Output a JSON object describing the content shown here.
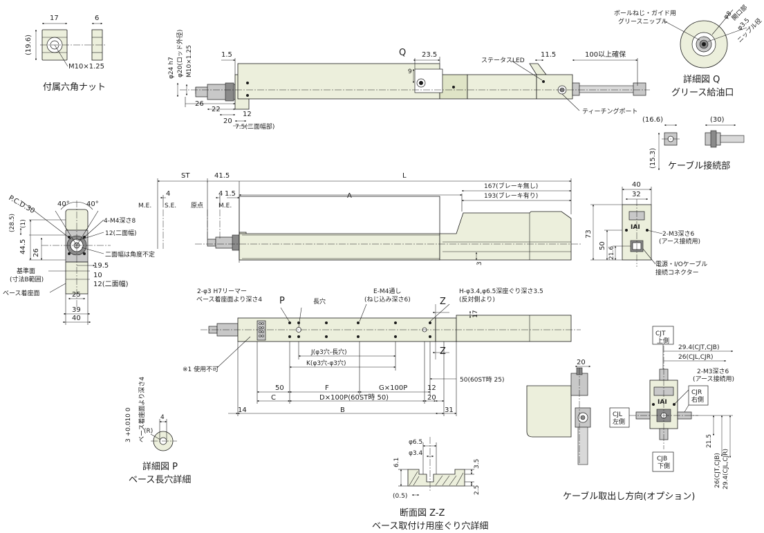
{
  "nut": {
    "dim_17": "17",
    "dim_6": "6",
    "dim_19_6": "(19.6)",
    "thread": "M10×1.25",
    "caption": "付属六角ナット"
  },
  "top_view": {
    "q_label": "Q",
    "dim_23_5": "23.5",
    "dim_1_5": "1.5",
    "dim_9": "9",
    "rod_24": "φ24 h7",
    "rod_20": "φ20(ロッド外径)",
    "rod_thread": "M10×1.25",
    "dim_26": "26",
    "dim_22": "22",
    "dim_20": "20",
    "dim_12": "12",
    "dim_7_5": "7.5(二面幅部)",
    "status_led": "ステータスLED",
    "dim_11_5": "11.5",
    "dim_100": "100以上確保",
    "teaching_port": "ティーチングポート"
  },
  "detail_q": {
    "grease_nipple": "ボールねじ・ガイド用",
    "grease_nipple2": "グリースニップル",
    "phi8": "φ8",
    "phi8_sub": "開口部",
    "phi3_5": "φ3.5",
    "phi3_5_sub": "ニップル径",
    "title": "詳細図 Q",
    "subtitle": "グリース給油口"
  },
  "cable_connector": {
    "dim_16_6": "(16.6)",
    "dim_30": "(30)",
    "dim_15_3": "(15.3)",
    "title": "ケーブル接続部"
  },
  "side_view": {
    "st": "ST",
    "dim_41_5": "41.5",
    "l": "L",
    "dim_4": "4",
    "dim_4b": "4",
    "dim_1_5": "1.5",
    "me": "M.E.",
    "se": "S.E.",
    "origin": "原点",
    "me2": "M.E.",
    "a": "A",
    "len_no_brake": "167(ブレーキ無し)",
    "len_brake": "193(ブレーキ有り)",
    "dim_3": "3"
  },
  "front_view": {
    "pcd": "P.C.D.30",
    "ang1": "40°",
    "ang2": "40°",
    "m4": "4-M4深さ8",
    "w12": "12(二面幅)",
    "d28_5": "(28.5)",
    "d1": "(1)",
    "d44_5": "44.5",
    "d26": "26",
    "flat_note": "二面幅は角度不定",
    "ref_face": "基準面",
    "ref_face2": "(寸法B範囲)",
    "d19_5": "19.5",
    "d10": "10",
    "d12b": "12(二面幅)",
    "base_face": "ベース着座面",
    "d25": "25",
    "d39": "39",
    "d40": "40"
  },
  "end_view": {
    "d40": "40",
    "d32": "32",
    "d73": "73",
    "d50": "50",
    "d21_6": "21.6",
    "m3": "2-M3深さ6",
    "m3_sub": "(アース接続用)",
    "conn": "電源・I/Oケーブル",
    "conn2": "接続コネクター"
  },
  "bottom_view": {
    "pin": "2-φ3 H7リーマー",
    "pin2": "ベース着座面より深さ4",
    "p": "P",
    "long_hole": "長穴",
    "e": "E-M4通し",
    "e2": "(ねじ込み深さ6)",
    "h": "H-φ3.4,φ6.5深座ぐり深さ3.5",
    "h2": "(反対側より)",
    "z": "Z",
    "z2": "Z",
    "d17": "17",
    "j": "J(φ3穴-長穴)",
    "k": "K(φ3穴-φ3穴)",
    "note1": "※1 使用不可",
    "d50": "50",
    "f": "F",
    "g": "G×100P",
    "d50_60": "50(60ST時 25)",
    "c": "C",
    "d": "D×100P(60ST時 50)",
    "d20": "20",
    "d12": "12",
    "b": "B",
    "d14": "14",
    "d31": "31"
  },
  "detail_p": {
    "tol": "3 +0.010 0",
    "depth": "ベース着座面より深さ4",
    "d4": "4",
    "r": "(R)",
    "title": "詳細図 P",
    "subtitle": "ベース長穴詳細"
  },
  "section_z": {
    "phi6_5": "φ6.5",
    "phi3_4": "φ3.4",
    "d6_1": "6.1",
    "d3_5": "3.5",
    "d2_5": "2.5",
    "d0_5": "(0.5)",
    "title": "断面図 Z-Z",
    "subtitle": "ベース取付け用座ぐり穴詳細"
  },
  "cable_option": {
    "d20": "20",
    "cjt": "CJT",
    "cjt_sub": "上側",
    "d29_4a": "29.4(CJT,CJB)",
    "d26a": "26(CJL,CJR)",
    "m3": "2-M3深さ6",
    "m3_sub": "(アース接続用)",
    "cjr": "CJR",
    "cjr_sub": "右側",
    "cjl": "CJL",
    "cjl_sub": "左側",
    "d21_5": "21.5",
    "d26b": "26(CJT,CJB)",
    "d29_4b": "29.4(CJL,CJR)",
    "cjb": "CJB",
    "cjb_sub": "下側",
    "title": "ケーブル取出し方向(オプション)"
  }
}
